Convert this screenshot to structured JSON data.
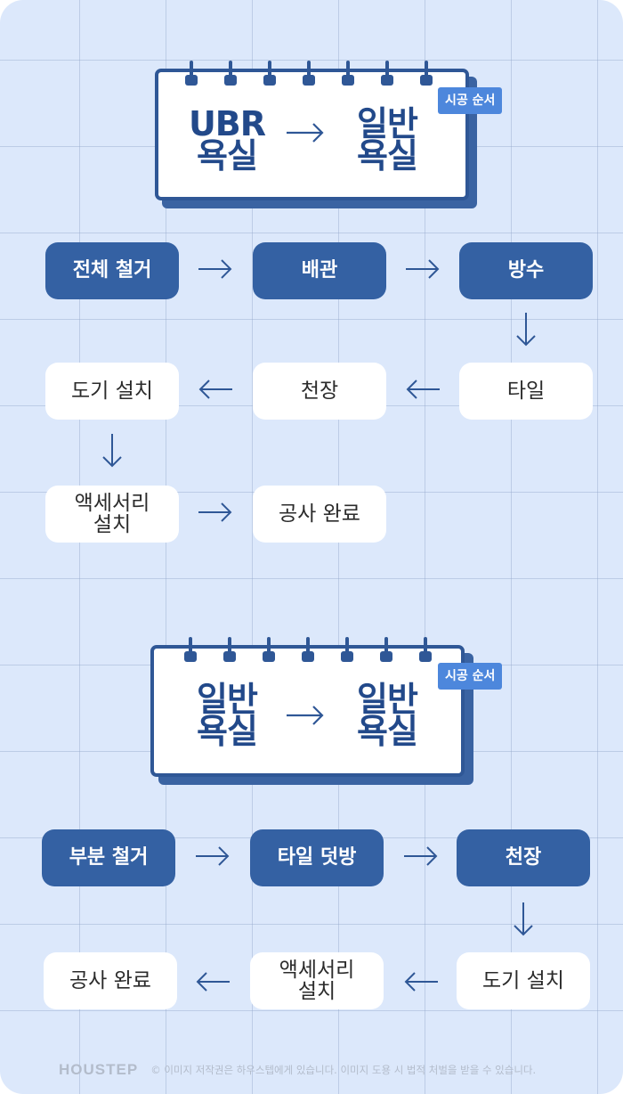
{
  "section1": {
    "from_label": "UBR\n욕실",
    "to_label": "일반\n욕실",
    "tag": "시공 순서",
    "steps": [
      {
        "label": "전체 철거"
      },
      {
        "label": "배관"
      },
      {
        "label": "방수"
      },
      {
        "label": "타일"
      },
      {
        "label": "천장"
      },
      {
        "label": "도기 설치"
      },
      {
        "label": "액세서리\n설치"
      },
      {
        "label": "공사 완료"
      }
    ]
  },
  "section2": {
    "from_label": "일반\n욕실",
    "to_label": "일반\n욕실",
    "tag": "시공 순서",
    "steps": [
      {
        "label": "부분 철거"
      },
      {
        "label": "타일 덧방"
      },
      {
        "label": "천장"
      },
      {
        "label": "도기 설치"
      },
      {
        "label": "액세서리\n설치"
      },
      {
        "label": "공사 완료"
      }
    ]
  },
  "footer": {
    "logo": "HOUSTEP",
    "copyright": "© 이미지 저작권은 하우스텝에게 있습니다. 이미지 도용 시 법적 처벌을 받을 수 있습니다."
  },
  "colors": {
    "background": "#dce8fb",
    "dark_step": "#3461a3",
    "card_border": "#2f5796",
    "tag": "#4d87dc"
  }
}
